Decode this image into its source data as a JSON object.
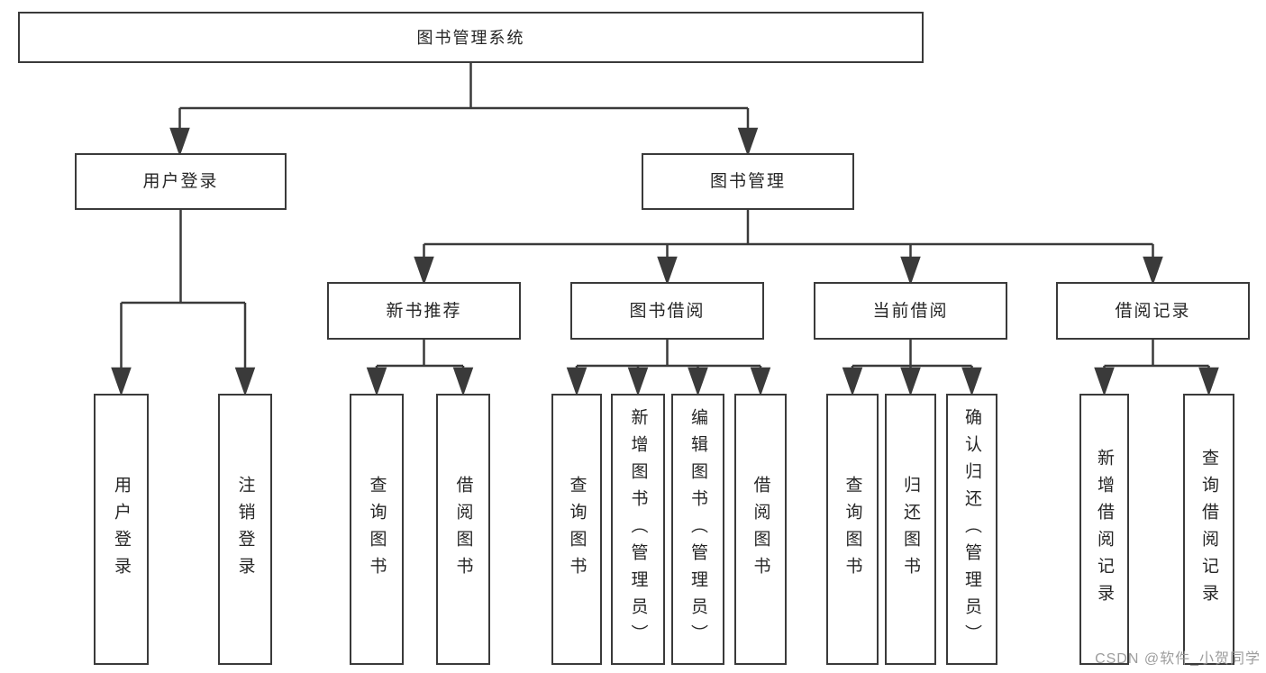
{
  "diagram_type": "function-structure-tree",
  "colors": {
    "line": "#3a3a3a",
    "box_border": "#3a3a3a",
    "text": "#262626",
    "background": "#ffffff",
    "watermark": "#989898"
  },
  "tree": {
    "label": "图书管理系统",
    "children": [
      {
        "label": "用户登录",
        "children": [
          {
            "label": "用户登录"
          },
          {
            "label": "注销登录"
          }
        ]
      },
      {
        "label": "图书管理",
        "children": [
          {
            "label": "新书推荐",
            "children": [
              {
                "label": "查询图书"
              },
              {
                "label": "借阅图书"
              }
            ]
          },
          {
            "label": "图书借阅",
            "children": [
              {
                "label": "查询图书"
              },
              {
                "label": "新增图书（管理员）"
              },
              {
                "label": "编辑图书（管理员）"
              },
              {
                "label": "借阅图书"
              }
            ]
          },
          {
            "label": "当前借阅",
            "children": [
              {
                "label": "查询图书"
              },
              {
                "label": "归还图书"
              },
              {
                "label": "确认归还（管理员）"
              }
            ]
          },
          {
            "label": "借阅记录",
            "children": [
              {
                "label": "新增借阅记录"
              },
              {
                "label": "查询借阅记录"
              }
            ]
          }
        ]
      }
    ]
  },
  "watermark": {
    "text": "CSDN @软件_小贺同学"
  }
}
